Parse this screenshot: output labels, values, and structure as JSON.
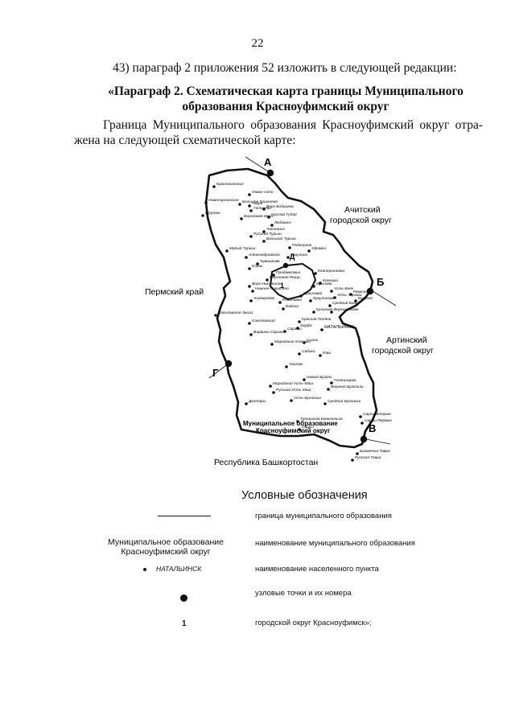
{
  "page_number": "22",
  "instruction": "43) параграф 2 приложения 52 изложить в следующей редакции:",
  "heading": {
    "line1": "«Параграф 2. Схематическая карта границы Муниципального",
    "line2": "образования Красноуфимский округ"
  },
  "lead": {
    "line1": "Граница Муниципального образования Красноуфимский округ отра-",
    "line2": "жена на следующей схематической карте:"
  },
  "map": {
    "node_labels": {
      "a": "А",
      "b": "Б",
      "v": "В",
      "g": "Г",
      "d": "Д",
      "one": "1"
    },
    "regions": {
      "perm": "Пермский край",
      "achit_1": "Ачитский",
      "achit_2": "городской округ",
      "artin_1": "Артинский",
      "artin_2": "городской округ",
      "bashkir": "Республика Башкортостан"
    },
    "muni_label_1": "Муниципальное образование",
    "muni_label_2": "Красноуфимский округ",
    "settlements": [
      "Красносоколье",
      "Новое Село",
      "Нижнеиргинское",
      "Большое Кошелево",
      "Тавра",
      "Гаткеево",
      "Верх-Бобровка",
      "Крылай Тубай",
      "Шуртан",
      "Березовая Ивва",
      "Любимье",
      "Чатлинье",
      "Русский Турыш",
      "Большой Турыш",
      "Подгорное",
      "Малый Турыш",
      "Александровское",
      "Чувашково",
      "Уфимка",
      "Елань",
      "Криулино",
      "Придаволжье",
      "Березовая Роща",
      "Екатериновка",
      "Верх-Никитино",
      "Нижнее Никитино",
      "Крылово",
      "Ключики",
      "Усть-Баяк",
      "Усть-Торгаш",
      "Чигвиряево",
      "Красновка",
      "Средний Баяк",
      "Верхний Баяк",
      "Рябиновка",
      "Криулинова",
      "Байкол",
      "Куликово",
      "Ремезовка",
      "Богсохо",
      "Соколовское Звиза",
      "Соколовский",
      "Красная Поляна",
      "Зауфа",
      "НАТАЛЬИНСК",
      "Сараны",
      "Варвины Сараны",
      "Марийские Ключики",
      "Сызги",
      "Сабики",
      "Юва",
      "Чертак",
      "Новый Бугаль",
      "Марийский Усть-Маш",
      "Русский Усть-Маш",
      "Голенищево",
      "Верхний Бугалыш",
      "Усть-Бугалыш",
      "Дегтяры",
      "Средний Бугалыш",
      "Сарсы Вторые",
      "Сарсы-Первые",
      "Татарская Еманзельга",
      "Сарсы",
      "Бахметка Тавра",
      "Русская Тавра"
    ]
  },
  "legend": {
    "title": "Условные обозначения",
    "rows": [
      {
        "desc": "граница муниципального образования"
      },
      {
        "sample_1": "Муниципальное образование",
        "sample_2": "Красноуфимский округ",
        "desc": "наименование муниципального образования"
      },
      {
        "sample": "НАТАЛЬИНСК",
        "desc": "наименование населенного пункта"
      },
      {
        "desc": "узловые точки и их номера"
      },
      {
        "sample": "1",
        "desc": "городской округ Красноуфимск»;"
      }
    ]
  }
}
